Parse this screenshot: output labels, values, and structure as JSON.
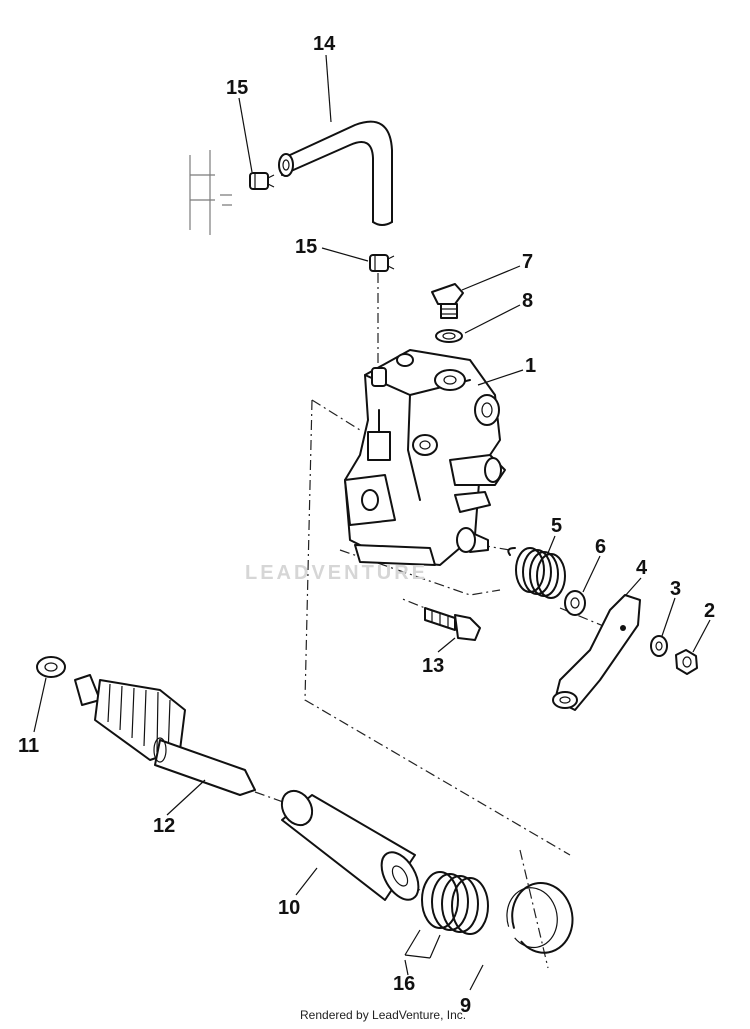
{
  "diagram": {
    "part_labels": {
      "p1": "1",
      "p2": "2",
      "p3": "3",
      "p4": "4",
      "p5": "5",
      "p6": "6",
      "p7": "7",
      "p8": "8",
      "p9": "9",
      "p10": "10",
      "p11": "11",
      "p12": "12",
      "p13": "13",
      "p14": "14",
      "p15a": "15",
      "p15b": "15",
      "p16": "16"
    },
    "watermark": "LEADVENTURE",
    "footer": "Rendered by LeadVenture, Inc."
  }
}
